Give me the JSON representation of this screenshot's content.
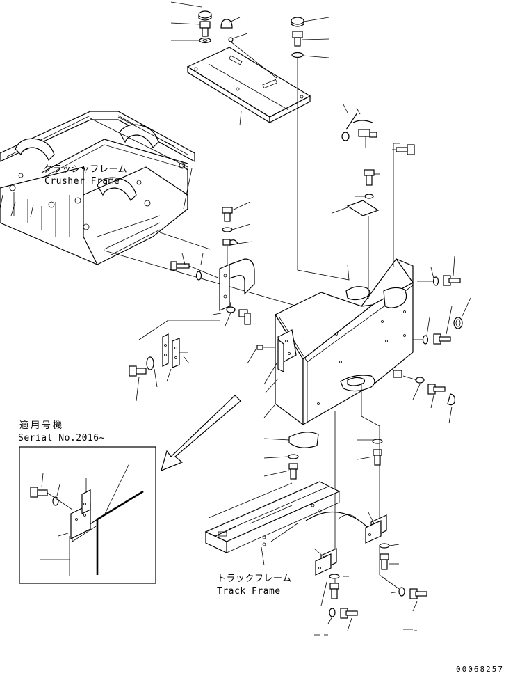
{
  "labels": {
    "crusher_frame_jp": "クラッシャフレーム",
    "crusher_frame_en": "Crusher Frame",
    "applicable_models_jp": "適用号機",
    "serial_range": "Serial No.2016~",
    "track_frame_jp": "トラックフレーム",
    "track_frame_en": "Track Frame",
    "drawing_number": "00068257"
  }
}
